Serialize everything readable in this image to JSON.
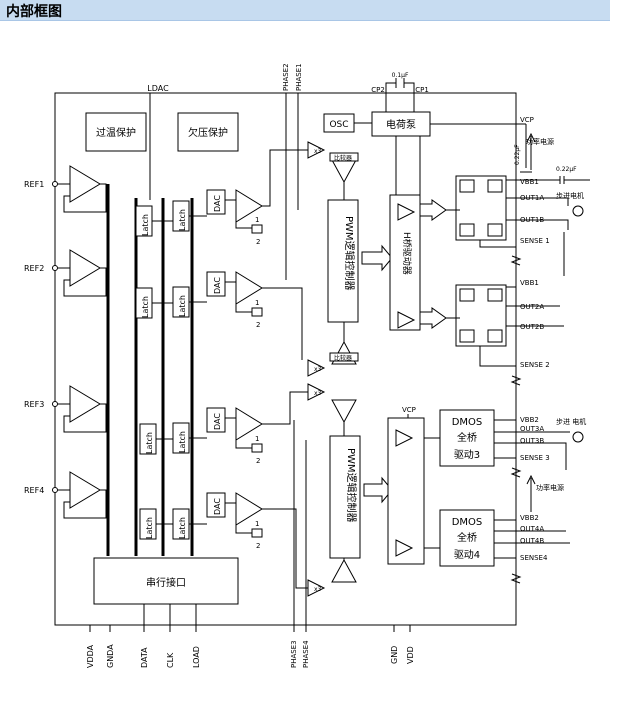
{
  "page_title": "内部框图",
  "diagram": {
    "blocks": {
      "thermal": "过温保护",
      "undervolt": "欠压保护",
      "osc": "OSC",
      "charge_pump": "电荷泵",
      "pwm_top": "PWM逻辑控制器",
      "pwm_bottom": "PWM逻辑控制器",
      "hbridge": "H桥驱动器",
      "serial": "串行接口",
      "comparator": "比较器",
      "dac": "DAC",
      "latch": "Latch",
      "dmos": "DMOS",
      "full_bridge": "全桥",
      "drive3": "驱动3",
      "drive4": "驱动4"
    },
    "pins_left": [
      "REF1",
      "REF2",
      "REF3",
      "REF4"
    ],
    "pins_top": {
      "ldac": "LDAC",
      "phase2": "PHASE2",
      "phase1": "PHASE1",
      "cp2": "CP2",
      "cp1": "CP1",
      "cap": "0.1μF"
    },
    "pins_right": {
      "vcp": "VCP",
      "vbb1": "VBB1",
      "out1a": "OUT1A",
      "out1b": "OUT1B",
      "sense1": "SENSE 1",
      "vbb1b": "VBB1",
      "out2a": "OUT2A",
      "out2b": "OUT2B",
      "sense2": "SENSE 2",
      "vbb2": "VBB2",
      "out3a": "OUT3A",
      "out3b": "OUT3B",
      "sense3": "SENSE 3",
      "vbb2b": "VBB2",
      "out4a": "OUT4A",
      "out4b": "OUT4B",
      "sense4": "SENSE4",
      "vcp_in": "VCP"
    },
    "pins_bottom": [
      "VDDA",
      "GNDA",
      "DATA",
      "CLK",
      "LOAD",
      "PHASE3",
      "PHASE4",
      "GND",
      "VDD"
    ],
    "external": {
      "power1": "功率电源",
      "power2": "功率电源",
      "motor1": "步进电机",
      "motor2": "步进 电机",
      "cap1": "0.22μF",
      "cap2": "0.22μF"
    },
    "small_labels": {
      "one": "1",
      "two": "2",
      "x3": "x3",
      "plus": "+",
      "minus": "-"
    }
  }
}
